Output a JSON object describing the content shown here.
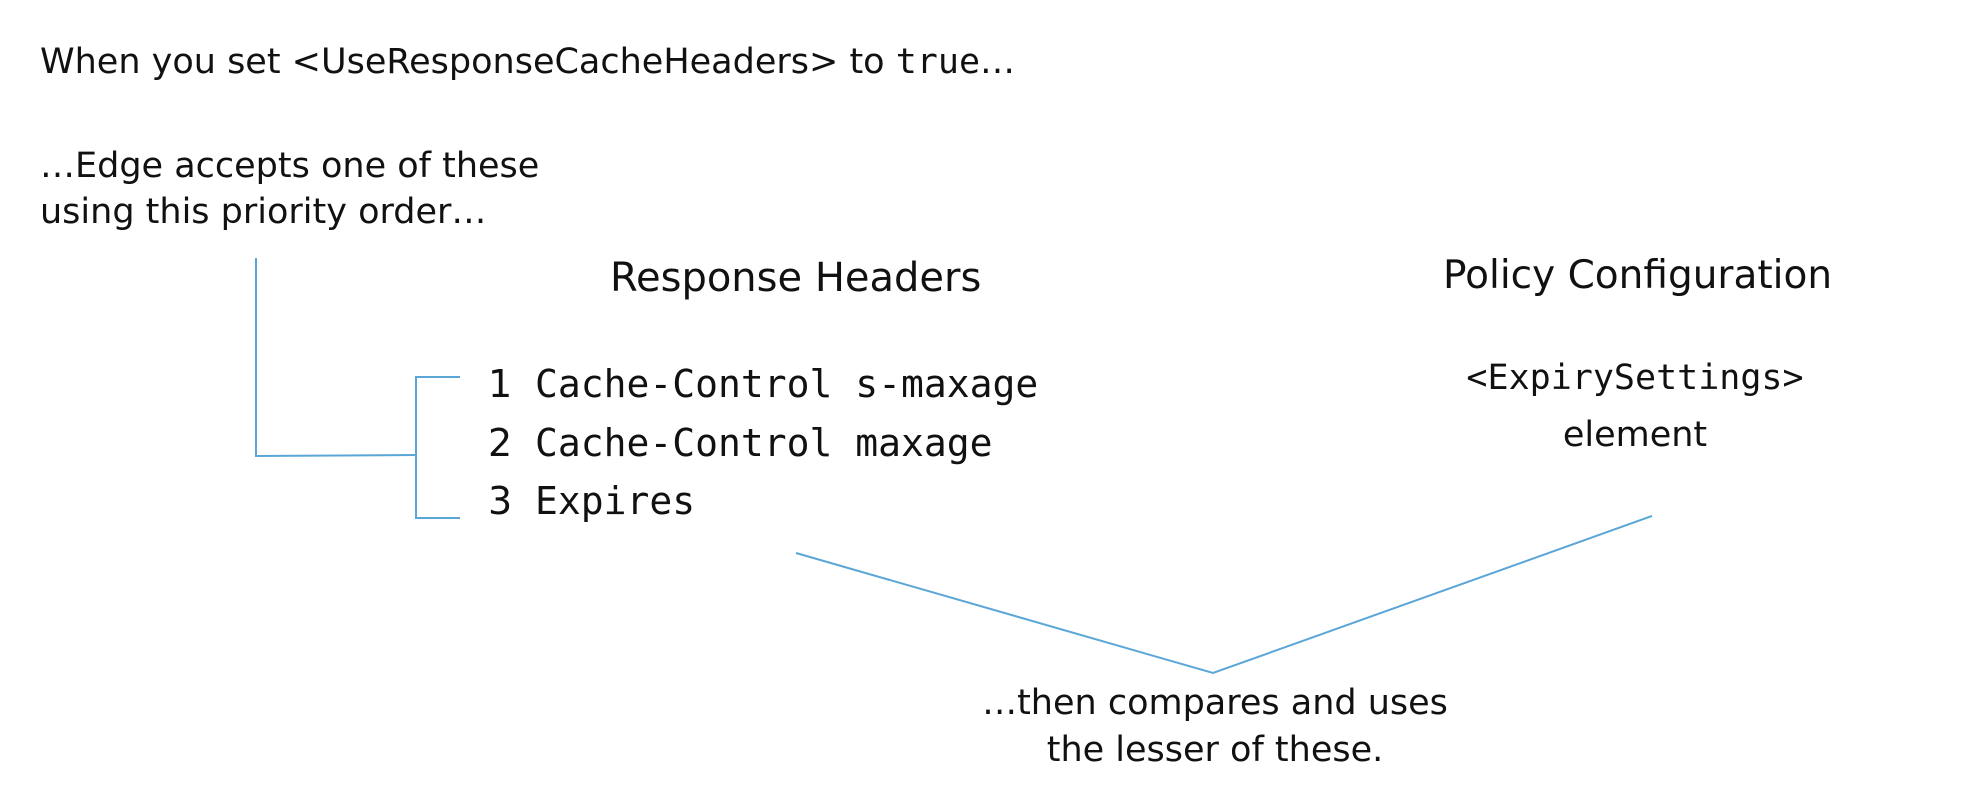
{
  "intro": {
    "prefix": "When you set <UseResponseCacheHeaders> to ",
    "code": "true",
    "suffix": "…"
  },
  "step2": {
    "line1": "…Edge accepts one of these",
    "line2": "using this priority order…"
  },
  "response_headers": {
    "title": "Response Headers",
    "items": [
      {
        "number": "1",
        "label": "Cache-Control s-maxage"
      },
      {
        "number": "2",
        "label": "Cache-Control maxage"
      },
      {
        "number": "3",
        "label": "Expires"
      }
    ]
  },
  "policy_configuration": {
    "title": "Policy Configuration",
    "element_tag": "<ExpirySettings>",
    "element_word": "element"
  },
  "result": {
    "line1": "…then compares and uses",
    "line2": "the lesser of these."
  },
  "colors": {
    "connector": "#5aa6d6",
    "text": "#111111"
  }
}
